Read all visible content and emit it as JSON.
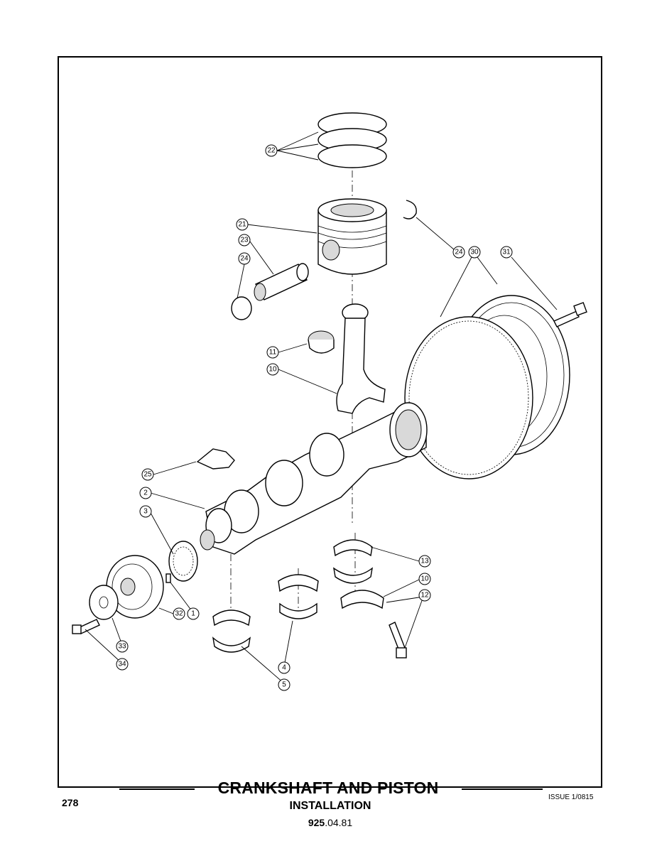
{
  "document": {
    "title": "CRANKSHAFT AND PISTON",
    "subtitle": "INSTALLATION",
    "code_prefix": "925",
    "code_suffix": ".04.81",
    "page_number": "278",
    "issue": "ISSUE 1/0815"
  },
  "callouts": {
    "c22": "22",
    "c21": "21",
    "c23": "23",
    "c24a": "24",
    "c24b": "24",
    "c30": "30",
    "c31": "31",
    "c11": "11",
    "c10a": "10",
    "c25": "25",
    "c2": "2",
    "c3": "3",
    "c13": "13",
    "c10b": "10",
    "c12": "12",
    "c32": "32",
    "c1": "1",
    "c33": "33",
    "c34": "34",
    "c4": "4",
    "c5": "5"
  },
  "colors": {
    "line": "#000000",
    "paper": "#ffffff",
    "shade": "#d9d9d9"
  }
}
